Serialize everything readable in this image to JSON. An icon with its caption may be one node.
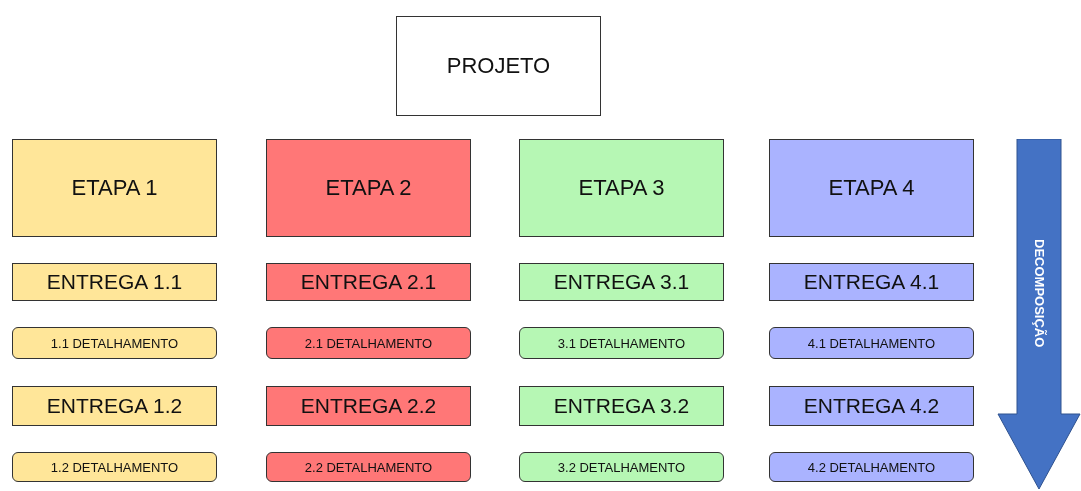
{
  "diagram": {
    "nodes": [
      {
        "text": [
          "PROJETO"
        ]
      },
      {
        "text": [
          "ETAPA 1"
        ]
      },
      {
        "text": [
          "ETAPA 2"
        ]
      },
      {
        "text": [
          "ETAPA 3"
        ]
      },
      {
        "text": [
          "ETAPA 4"
        ]
      },
      {
        "text": [
          "ENTREGA 1.1"
        ]
      },
      {
        "text": [
          "ENTREGA 2.1"
        ]
      },
      {
        "text": [
          "ENTREGA 3.1"
        ]
      },
      {
        "text": [
          "ENTREGA 4.1"
        ]
      },
      {
        "text": [
          "1.1 DETALHAMENTO"
        ]
      },
      {
        "text": [
          "2.1 DETALHAMENTO"
        ]
      },
      {
        "text": [
          "3.1 DETALHAMENTO"
        ]
      },
      {
        "text": [
          "4.1 DETALHAMENTO"
        ]
      },
      {
        "text": [
          "ENTREGA 1.2"
        ]
      },
      {
        "text": [
          "ENTREGA 2.2"
        ]
      },
      {
        "text": [
          "ENTREGA 3.2"
        ]
      },
      {
        "text": [
          "ENTREGA 4.2"
        ]
      },
      {
        "text": [
          "1.2 DETALHAMENTO"
        ]
      },
      {
        "text": [
          "2.2 DETALHAMENTO"
        ]
      },
      {
        "text": [
          "3.2 DETALHAMENTO"
        ]
      },
      {
        "text": [
          "4.2 DETALHAMENTO"
        ]
      },
      {
        "text": [
          "DECOMPOSIÇÃO"
        ]
      }
    ],
    "edges": []
  }
}
